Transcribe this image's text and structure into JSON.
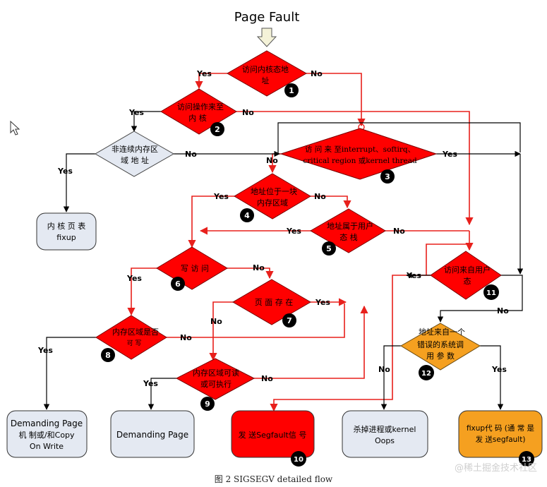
{
  "title": "Page Fault",
  "caption": "图 2 SIGSEGV detailed flow",
  "watermark": "@稀土掘金技术社区",
  "cursor_icon": "mouse-pointer-icon",
  "colors": {
    "red": "#ff0000",
    "orange": "#f5a020",
    "gray_box": "#e4e9f2",
    "line": "#e8201c",
    "black": "#000000"
  },
  "yes": "Yes",
  "no": "No",
  "decisions": [
    {
      "num": "1",
      "line1": "访问内核态地",
      "line2": "址"
    },
    {
      "num": "2",
      "line1": "访问操作来至",
      "line2": "内   核"
    },
    {
      "num": "",
      "line1": "非连续内存区",
      "line2": "域 地 址"
    },
    {
      "num": "3",
      "line1": "访 问 来 至interrupt、softirq、",
      "line2": "critical region 或kernel thread"
    },
    {
      "num": "4",
      "line1": "地址位于一块",
      "line2": "内存区域"
    },
    {
      "num": "5",
      "line1": "地址属于用户",
      "line2": "态   栈"
    },
    {
      "num": "6",
      "line1": "写 访 问",
      "line2": ""
    },
    {
      "num": "7",
      "line1": "页 面 存 在",
      "line2": ""
    },
    {
      "num": "8",
      "line1": "内存区域是否",
      "line2": "可   写"
    },
    {
      "num": "9",
      "line1": "内存区域可读",
      "line2": "或可执行"
    },
    {
      "num": "11",
      "line1": "访问来自用户",
      "line2": "态"
    },
    {
      "num": "12",
      "line1": "地址来自一个",
      "line2": "错误的系统调",
      "line3": "用 参 数"
    }
  ],
  "boxes": [
    {
      "line1": "内 核 页 表",
      "line2": "fixup"
    },
    {
      "line1": "Demanding Page",
      "line2": "机   制或/和Copy",
      "line3": "On Write"
    },
    {
      "line1": "Demanding Page"
    },
    {
      "line1": "发   送Segfault信   号",
      "num": "10"
    },
    {
      "line1": "杀掉进程或kernel",
      "line2": "Oops"
    },
    {
      "line1": "fixup代 码 (通 常 是",
      "line2": "发   送segfault)",
      "num": "13"
    }
  ]
}
